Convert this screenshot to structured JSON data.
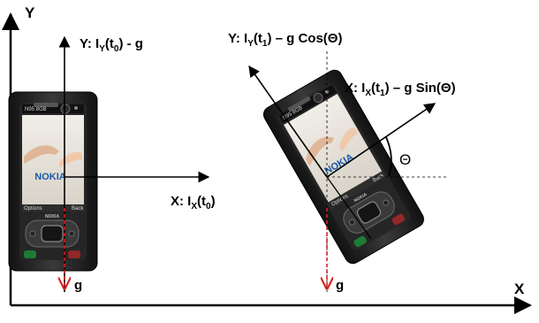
{
  "axes": {
    "x_label": "X",
    "y_label": "Y"
  },
  "phone_left": {
    "y_label": {
      "prefix": "Y: I",
      "sub1": "Y",
      "mid": "(t",
      "sub2": "0",
      "suffix": ") - g"
    },
    "x_label": {
      "prefix": "X: I",
      "sub1": "X",
      "mid": "(t",
      "sub2": "0",
      "suffix": ")"
    },
    "g_label": "g",
    "screen_brand": "NOKIA",
    "top_bar_text": "N95 8GB",
    "softkey_left": "Options",
    "softkey_right": "Back",
    "body_brand": "NOKIA"
  },
  "phone_right": {
    "y_label": {
      "prefix": "Y: I",
      "sub1": "Y",
      "mid": "(t",
      "sub2": "1",
      "suffix": ") – g Cos(Θ)"
    },
    "x_label": {
      "prefix": "X: I",
      "sub1": "X",
      "mid": "(t",
      "sub2": "1",
      "suffix": ") – g Sin(Θ)"
    },
    "g_label": "g",
    "theta_label": "Θ",
    "screen_brand": "NOKIA",
    "top_bar_text": "N95 8GB",
    "softkey_left": "Options",
    "softkey_right": "Back",
    "body_brand": "NOKIA"
  },
  "colors": {
    "gravity": "#d92020",
    "axis": "#000000",
    "screen_bg": "#e9e4dc",
    "phone_body": "#1e1e1e"
  }
}
